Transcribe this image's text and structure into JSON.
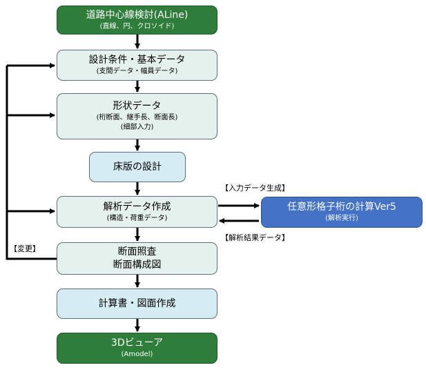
{
  "nodes": {
    "aline": {
      "title": "道路中心線検討(ALine)",
      "sub": "(直線、円、クロソイド)"
    },
    "design": {
      "title": "設計条件・基本データ",
      "sub": "(支間データ・幅員データ)"
    },
    "shape": {
      "title": "形状データ",
      "sub1": "(桁断面、継手長、断面長)",
      "sub2": "(細部入力)"
    },
    "slab": {
      "title": "床版の設計"
    },
    "analysis": {
      "title": "解析データ作成",
      "sub": "(構造・荷重データ)"
    },
    "section": {
      "title1": "断面照査",
      "title2": "断面構成図"
    },
    "report": {
      "title": "計算書・図面作成"
    },
    "viewer": {
      "title": "3Dビューア",
      "sub": "(Amodel)"
    },
    "grillage": {
      "title": "任意形格子桁の計算Ver5",
      "sub": "(解析実行)"
    }
  },
  "labels": {
    "input_gen": "【入力データ生成】",
    "result": "【解析結果データ】",
    "change": "【変更】"
  }
}
